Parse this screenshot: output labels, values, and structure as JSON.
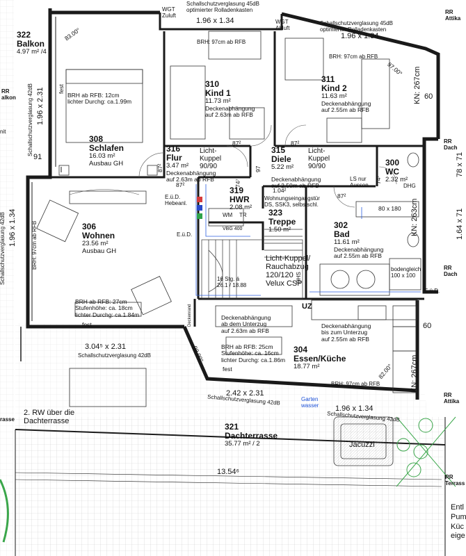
{
  "colors": {
    "wall": "#1a1a1a",
    "grid": "#c9c9c9",
    "accent": "#1a4fd6",
    "plant": "#3aa64a",
    "blue_line": "#2c5fe0"
  },
  "rooms": {
    "r322": {
      "num": "322",
      "name": "Balkon",
      "area": "4.97 m² /4"
    },
    "r308": {
      "num": "308",
      "name": "Schlafen",
      "area": "16.03 m²",
      "finish": "Ausbau GH",
      "note1": "BRH ab RFB: 12cm",
      "note2": "lichter Durchg: ca.1.99m"
    },
    "r310": {
      "num": "310",
      "name": "Kind 1",
      "area": "11.73 m²",
      "note1": "Deckenabhängung",
      "note2": "auf 2.63m ab RFB"
    },
    "r311": {
      "num": "311",
      "name": "Kind 2",
      "area": "11.63 m²",
      "note1": "Deckenabhängung",
      "note2": "auf 2.55m ab RFB"
    },
    "r316": {
      "num": "316",
      "name": "Flur",
      "area": "3.47 m²",
      "note1": "Deckenabhängung",
      "note2": "auf 2.63m ab RFB"
    },
    "r315": {
      "num": "315",
      "name": "Diele",
      "area": "5.22 m²",
      "note1": "Deckenabhängung",
      "note2": "auf 2.50m ab RFB"
    },
    "r300": {
      "num": "300",
      "name": "WC",
      "area": "2.32 m²"
    },
    "r319": {
      "num": "319",
      "name": "HWR",
      "area": "2.08 m²"
    },
    "r323": {
      "num": "323",
      "name": "Treppe",
      "area": "1.50 m²"
    },
    "r306": {
      "num": "306",
      "name": "Wohnen",
      "area": "23.56 m²",
      "finish": "Ausbau GH",
      "note1": "BRH ab RFB: 27cm",
      "note2": "Stufenhöhe:  ca. 18cm",
      "note3": "lichter Durchg: ca.1.84m"
    },
    "r302": {
      "num": "302",
      "name": "Bad",
      "area": "11.61 m²",
      "note1": "Deckenabhängung",
      "note2": "auf 2.55m ab RFB"
    },
    "r304": {
      "num": "304",
      "name": "Essen/Küche",
      "area": "18.77 m²",
      "note1": "Deckenabhängung",
      "note2": "bis zum Unterzug",
      "note3": "auf 2.55m ab RFB"
    },
    "r321": {
      "num": "321",
      "name": "Dachterrasse",
      "area": "35.77 m² / 2"
    }
  },
  "labels": {
    "wgt_zuluft_1": "WGT",
    "wgt_zuluft_2": "Zuluft",
    "wgt_abluft_1": "WGT",
    "wgt_abluft_2": "Abluft",
    "schall_top_left_1": "Schallschutzverglasung 45dB",
    "schall_top_left_2": "optimierter Rolladenkasten",
    "schall_top_right_1": "Schallschutzverglasung 45dB",
    "schall_top_right_2": "optimierter Rolladenkasten",
    "dim_top_left": "1.96 x 1.34",
    "dim_top_right": "1.96 x 1.34",
    "brh_kind1": "BRH: 97cm ab RFB",
    "brh_kind2": "BRH: 97cm ab RFB",
    "angle_83": "83.00°",
    "angle_97": "97.00°",
    "angle_98": "98.00°",
    "angle_82": "82.00°",
    "kn_top": "KN: 267cm",
    "kn_mid": "KN: 263cm",
    "kn_bottom": "KN: 267cm",
    "sixty_top": "60",
    "sixty_bottom": "60",
    "rr_attika_top_1": "RR",
    "rr_attika_top_2": "Attika",
    "rr_dach_1a": "RR",
    "rr_dach_1b": "Dach",
    "rr_dach_2a": "RR",
    "rr_dach_2b": "Dach",
    "rr_attika_bot_1": "RR",
    "rr_attika_bot_2": "Attika",
    "rr_terrasse_1": "RR",
    "rr_terrasse_2": "Terrass",
    "rr_left_1": "RR",
    "rr_left_2": "alkon",
    "rr_left_bottom": "rasse",
    "fest_balkon": "fest",
    "fest_wohnen": "fest",
    "fest_essen": "fest",
    "dim_91": "91",
    "dim_balkon_window": "1.96 x 2.31",
    "schall_balkon": "Schallschutzverglasung 42dB",
    "schall_wohnen_left": "Schallschutzverglasung 42dB",
    "dim_wohnen_left": "1.96 x 1.34",
    "brh_wohnen_left": "BRH: 97cm ab RFB",
    "dim_87_flur": "87²",
    "dim_87_diele": "87²",
    "dim_87_wc": "87²",
    "dim_87_flur2": "87²",
    "dim_97": "97",
    "dim_74_hwr": "74⁷",
    "dim_74_wc": "74⁷",
    "dim_104": "1.04²",
    "dim_87_bad": "87²",
    "lk_flur_1": "Licht-",
    "lk_flur_2": "Kuppel",
    "lk_flur_3": "90/90",
    "lk_diele_1": "Licht-",
    "lk_diele_2": "Kuppel",
    "lk_diele_3": "90/90",
    "ls_nur_1": "LS nur",
    "ls_nur_2": "Aussen",
    "dhg_wc": "DHG",
    "wohnungs_1": "Wohnungseingangstür",
    "wohnungs_2": "DS, SSK3, selbstschl.",
    "bath_tub": "80 x 180",
    "shower_1": "bodengleich",
    "shower_2": "100 x 100",
    "eud_1": "E.ü.D.",
    "eud_hebeanl": "Hebeanl.",
    "eud_2": "E.ü.D.",
    "eud_right": "E.ü.D.",
    "wm": "WM",
    "tr": "TR",
    "vbg": "VBG 400",
    "stairs_1": "16 Stg. á",
    "stairs_2": "26.1 / 18.88",
    "lk_treppe_1": "Licht-Kuppel/",
    "lk_treppe_2": "Rauchabzug",
    "lk_treppe_3": "120/120",
    "lk_treppe_4": "Velux CSP",
    "deckenrand": "Deckenrand",
    "dhs": "DHS",
    "uz": "UZ",
    "unterzug_1": "Deckenabhängung",
    "unterzug_2": "ab dem Unterzug",
    "unterzug_3": "auf 2.63m ab RFB",
    "brh_essen_1": "BRH ab RFB: 25cm",
    "brh_essen_2": "Stufenhöhe:  ca. 16cm",
    "brh_essen_3": "lichter Durchg: ca.1.86m",
    "dim_304_left": "3.04⁵ x 2.31",
    "schall_terr": "Schallschutzverglasung 42dB",
    "dim_242": "2.42 x 2.31",
    "schall_242": "Schallschutzverglasung 42dB",
    "brh_essen_window": "BRH: 97cm ab RFB",
    "dim_196_right": "1.96 x 1.34",
    "schall_right": "Schallschutzverglasung 42dB",
    "garten_1": "Garten",
    "garten_2": "wasser",
    "rw_1": "2. RW über die",
    "rw_2": "Dachterrasse",
    "jacuzzi": "Jacuzzi",
    "dim_1354": "13.54⁶",
    "dim_178": "78 x 71",
    "dim_164": "1.64 x 71",
    "entl_1": "Entl",
    "entl_2": "Pum",
    "entl_3": "Küc",
    "entl_4": "eige",
    "nit": "nit"
  }
}
